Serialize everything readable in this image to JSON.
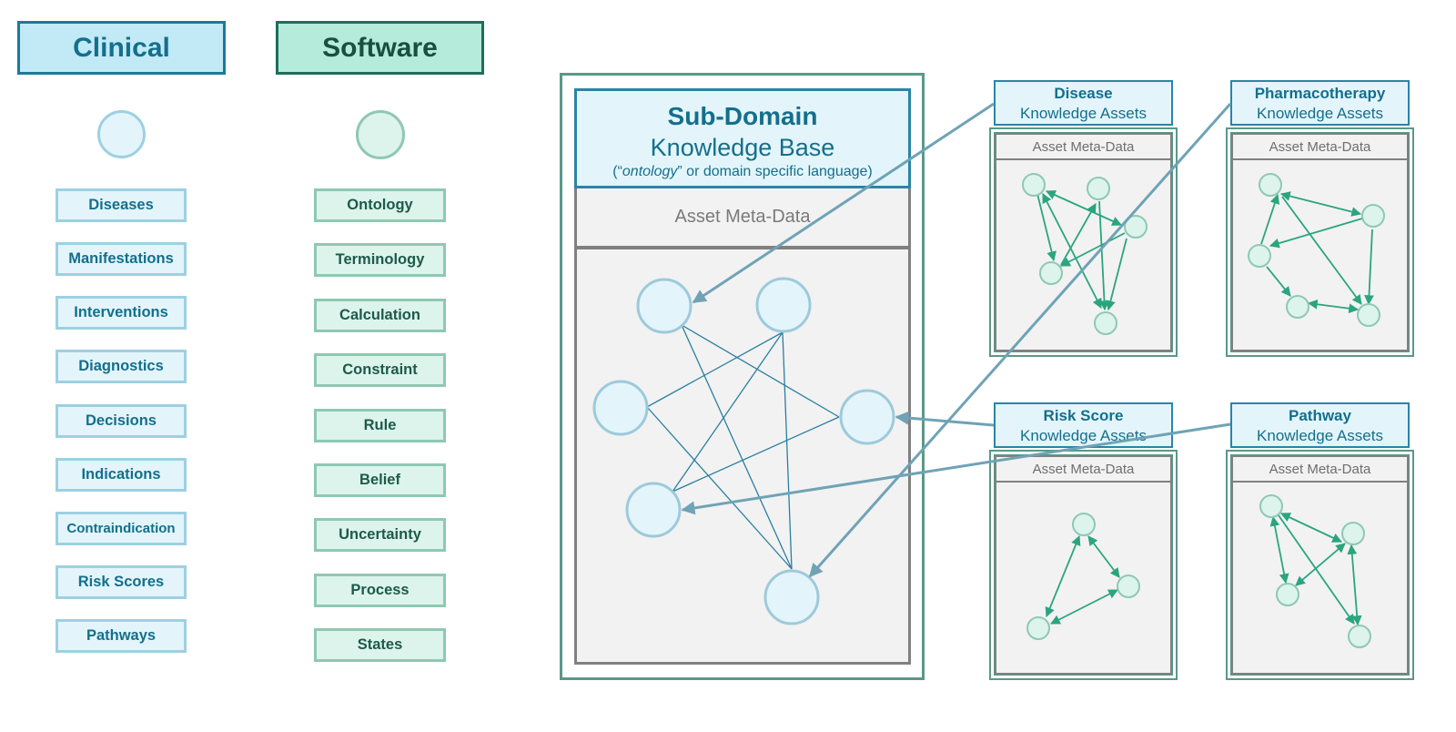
{
  "clinical": {
    "header": "Clinical",
    "items": [
      "Diseases",
      "Manifestations",
      "Interventions",
      "Diagnostics",
      "Decisions",
      "Indications",
      "Contraindication",
      "Risk Scores",
      "Pathways"
    ]
  },
  "software": {
    "header": "Software",
    "items": [
      "Ontology",
      "Terminology",
      "Calculation",
      "Constraint",
      "Rule",
      "Belief",
      "Uncertainty",
      "Process",
      "States"
    ]
  },
  "knowledge_base": {
    "title": "Sub-Domain",
    "subtitle": "Knowledge Base",
    "note_prefix": "(“",
    "note_italic": "ontology",
    "note_suffix": "” or domain specific language)",
    "meta": "Asset Meta-Data"
  },
  "assets": [
    {
      "title": "Disease",
      "subtitle": "Knowledge Assets",
      "meta": "Asset Meta-Data"
    },
    {
      "title": "Pharmacotherapy",
      "subtitle": "Knowledge Assets",
      "meta": "Asset Meta-Data"
    },
    {
      "title": "Risk Score",
      "subtitle": "Knowledge Assets",
      "meta": "Asset Meta-Data"
    },
    {
      "title": "Pathway",
      "subtitle": "Knowledge Assets",
      "meta": "Asset Meta-Data"
    }
  ],
  "colors": {
    "clinical_fill": "#e3f5fb",
    "clinical_stroke": "#9dd0e2",
    "software_fill": "#dcf4ec",
    "software_stroke": "#8fc8b3",
    "connector": "#6fa3b5",
    "asset_node": "#2aa57e"
  }
}
